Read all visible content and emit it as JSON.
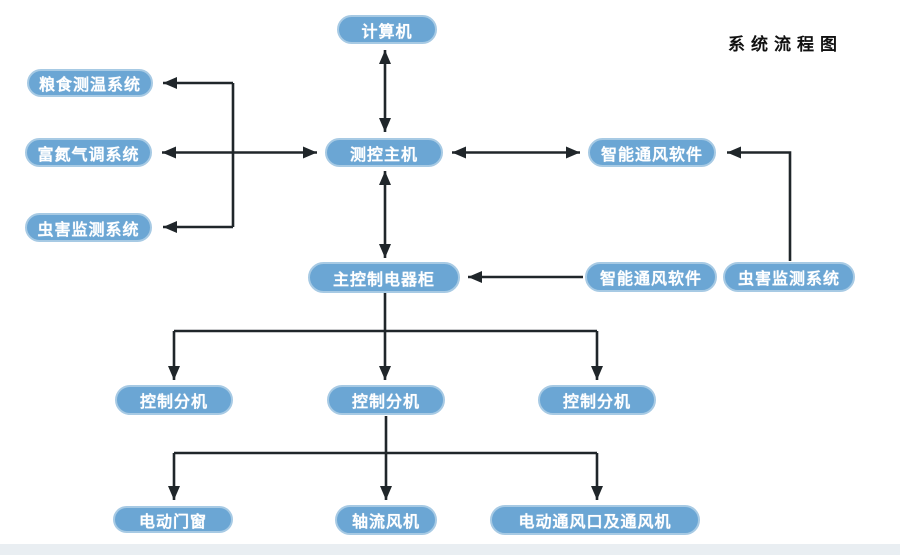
{
  "title": "系统流程图",
  "colors": {
    "node_fill": "#6BA6D4",
    "node_border": "#A7CAE4",
    "arrow_color": "#20262A",
    "strip_color": "#E9EEF2"
  },
  "nodes": [
    {
      "id": "computer",
      "label": "计算机"
    },
    {
      "id": "grain-temp-system",
      "label": "粮食测温系统"
    },
    {
      "id": "nitrogen-system",
      "label": "富氮气调系统"
    },
    {
      "id": "pest-monitor-left",
      "label": "虫害监测系统"
    },
    {
      "id": "control-host",
      "label": "测控主机"
    },
    {
      "id": "vent-software-top",
      "label": "智能通风软件"
    },
    {
      "id": "main-cabinet",
      "label": "主控制电器柜"
    },
    {
      "id": "vent-software-mid",
      "label": "智能通风软件"
    },
    {
      "id": "pest-monitor-right",
      "label": "虫害监测系统"
    },
    {
      "id": "control-sub-1",
      "label": "控制分机"
    },
    {
      "id": "control-sub-2",
      "label": "控制分机"
    },
    {
      "id": "control-sub-3",
      "label": "控制分机"
    },
    {
      "id": "electric-doors",
      "label": "电动门窗"
    },
    {
      "id": "axial-fan",
      "label": "轴流风机"
    },
    {
      "id": "electric-vents-fans",
      "label": "电动通风口及通风机"
    }
  ]
}
